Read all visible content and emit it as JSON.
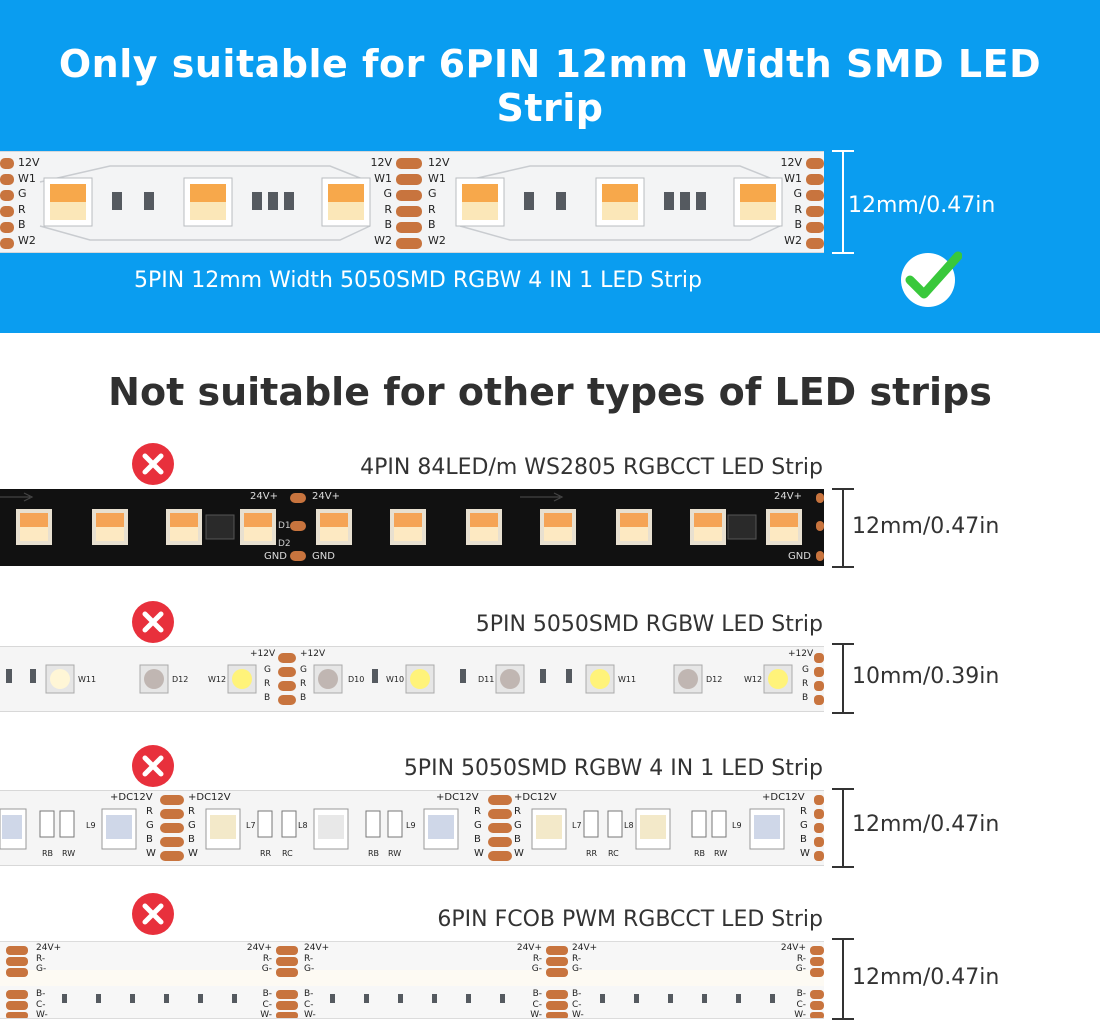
{
  "banner": {
    "title": "Only suitable for 6PIN 12mm Width SMD LED Strip",
    "background_color": "#0a9df0",
    "strip_name": "5PIN 12mm Width 5050SMD RGBW 4 IN 1 LED Strip",
    "pins_left": [
      "12V",
      "W1",
      "G",
      "R",
      "B",
      "W2"
    ],
    "pins_mid": [
      "12V",
      "W1",
      "G",
      "R",
      "B",
      "W2"
    ],
    "pins_right": [
      "12V",
      "W1",
      "G",
      "R",
      "B",
      "W2"
    ],
    "width_label": "12mm/0.47in",
    "status_icon": "check-icon",
    "check_color": "#39c83b"
  },
  "section": {
    "title": "Not suitable for other types of LED strips"
  },
  "strips": [
    {
      "name": "4PIN 84LED/m WS2805 RGBCCT LED Strip",
      "width_label": "12mm/0.47in",
      "status_icon": "cross-icon",
      "pin_top": "24V+",
      "pin_bottom": "GND",
      "chip_labels": [
        "D1",
        "D2"
      ],
      "strip_color": "#111111"
    },
    {
      "name": "5PIN 5050SMD RGBW LED Strip",
      "width_label": "10mm/0.39in",
      "status_icon": "cross-icon",
      "pins": [
        "+12V",
        "G",
        "R",
        "B"
      ],
      "led_labels": [
        "W11",
        "D12",
        "W12",
        "D10",
        "W10",
        "D11",
        "W11",
        "D12",
        "W12"
      ],
      "strip_color": "#f5f5f5"
    },
    {
      "name": "5PIN 5050SMD RGBW 4 IN 1 LED Strip",
      "width_label": "12mm/0.47in",
      "status_icon": "cross-icon",
      "pins": [
        "+DC12V",
        "R",
        "G",
        "B",
        "W"
      ],
      "resistor_labels": [
        "RB",
        "RW",
        "RR",
        "RC",
        "L7",
        "L8",
        "L9"
      ],
      "strip_color": "#f5f5f5"
    },
    {
      "name": "6PIN FCOB PWM RGBCCT LED Strip",
      "width_label": "12mm/0.47in",
      "status_icon": "cross-icon",
      "pins_top": [
        "24V+",
        "R-",
        "G-"
      ],
      "pins_bottom": [
        "B-",
        "C-",
        "W-"
      ],
      "strip_color": "#f7f7f7"
    }
  ],
  "colors": {
    "cross_badge": "#e8303c",
    "copper_pad": "#c8743e",
    "text_dark": "#333333"
  }
}
